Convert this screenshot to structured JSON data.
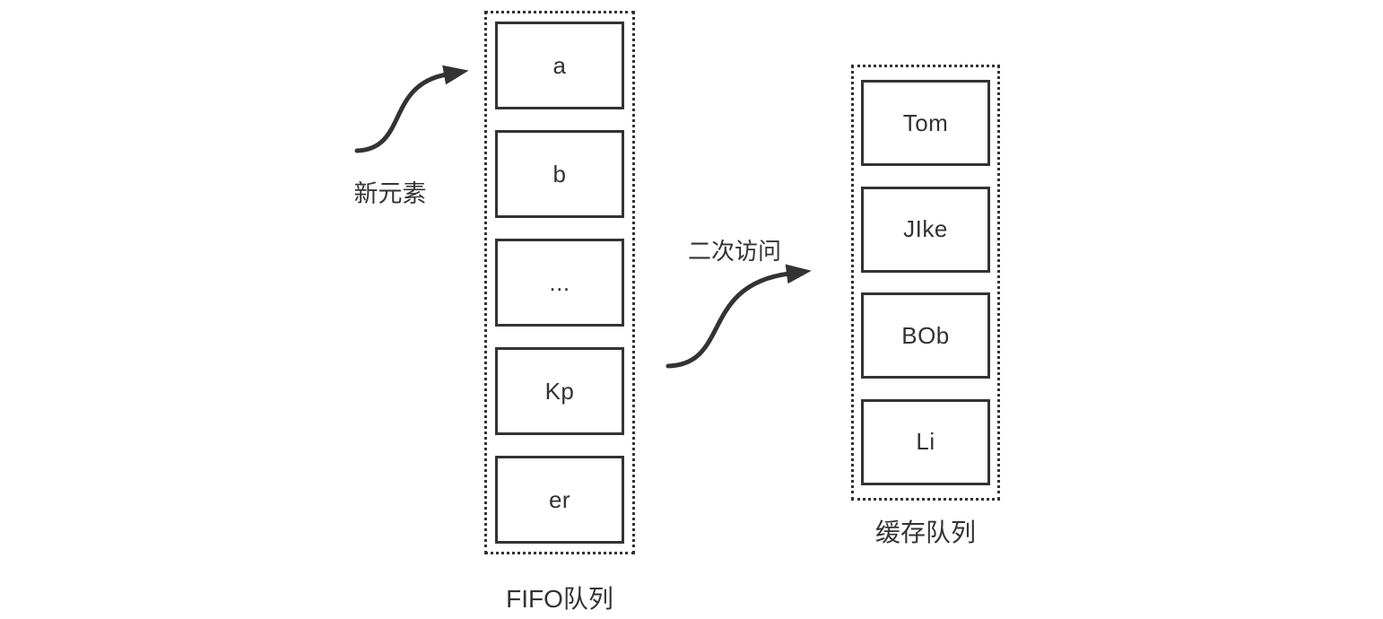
{
  "colors": {
    "ink": "#333333",
    "background": "#ffffff"
  },
  "new_element": {
    "label": "新元素"
  },
  "second_access": {
    "label": "二次访问"
  },
  "fifo_queue": {
    "label": "FIFO队列",
    "items": [
      "a",
      "b",
      "...",
      "Kp",
      "er"
    ]
  },
  "cache_queue": {
    "label": "缓存队列",
    "items": [
      "Tom",
      "JIke",
      "BOb",
      "Li"
    ]
  }
}
